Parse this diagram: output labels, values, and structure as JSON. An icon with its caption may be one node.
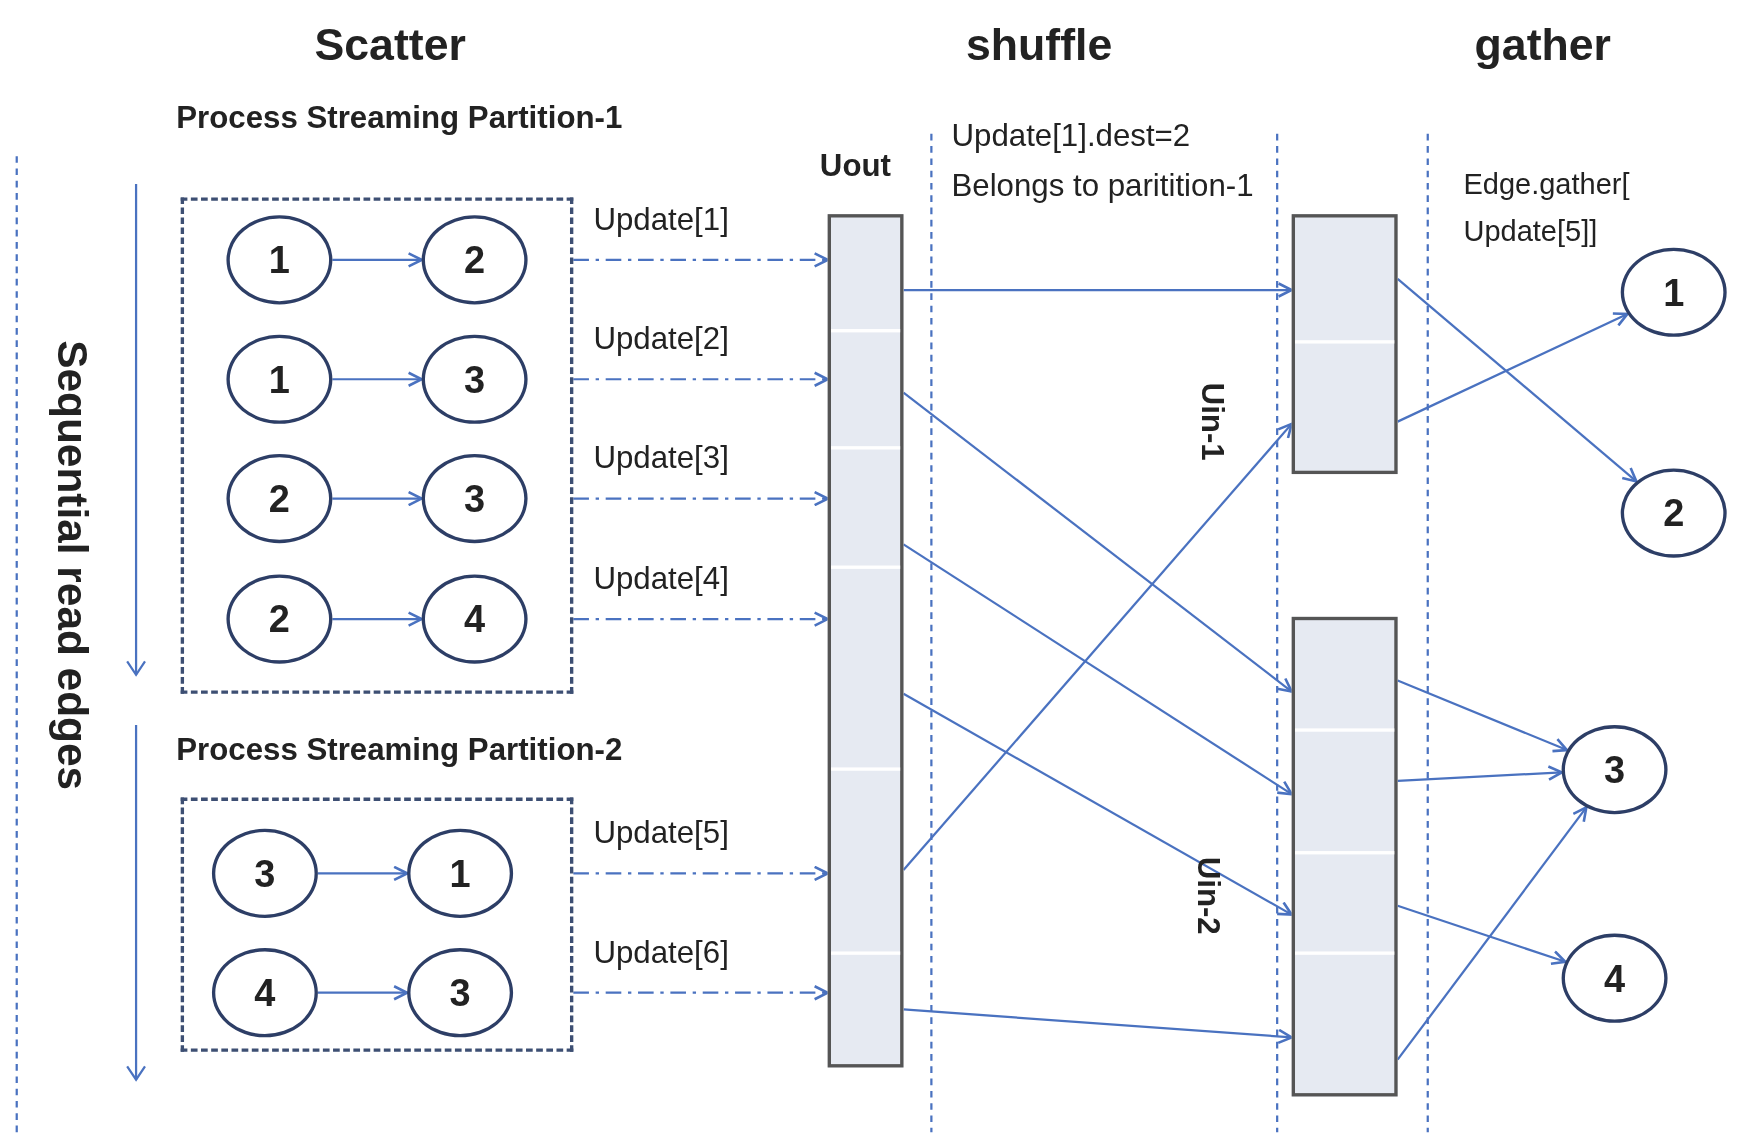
{
  "diagram": {
    "nodes": [
      {
        "text": [
          "Process Streaming Partition-1"
        ]
      },
      {
        "text": [
          "1"
        ],
        "in": 0
      },
      {
        "text": [
          "2"
        ],
        "in": 0
      },
      {
        "text": [
          "1"
        ],
        "in": 0
      },
      {
        "text": [
          "3"
        ],
        "in": 0
      },
      {
        "text": [
          "2"
        ],
        "in": 0
      },
      {
        "text": [
          "3"
        ],
        "in": 0
      },
      {
        "text": [
          "2"
        ],
        "in": 0
      },
      {
        "text": [
          "4"
        ],
        "in": 0
      },
      {
        "text": [
          "Process Streaming Partition-2"
        ]
      },
      {
        "text": [
          "3"
        ],
        "in": 9
      },
      {
        "text": [
          "1"
        ],
        "in": 9
      },
      {
        "text": [
          "4"
        ],
        "in": 9
      },
      {
        "text": [
          "3"
        ],
        "in": 9
      },
      {
        "text": [
          "Uout"
        ]
      },
      {
        "text": [
          "Uin-1"
        ]
      },
      {
        "text": [
          "Uin-2"
        ]
      },
      {
        "text": [
          "1"
        ]
      },
      {
        "text": [
          "2"
        ]
      },
      {
        "text": [
          "3"
        ]
      },
      {
        "text": [
          "4"
        ]
      }
    ],
    "edges": [
      {
        "from": 1,
        "to": 2,
        "arrow": "to"
      },
      {
        "from": 3,
        "to": 4,
        "arrow": "to"
      },
      {
        "from": 5,
        "to": 6,
        "arrow": "to"
      },
      {
        "from": 7,
        "to": 8,
        "arrow": "to"
      },
      {
        "from": 10,
        "to": 11,
        "arrow": "to"
      },
      {
        "from": 12,
        "to": 13,
        "arrow": "to"
      },
      {
        "from": 0,
        "to": 14,
        "arrow": "to",
        "label": "Update[1]",
        "style": "dashed"
      },
      {
        "from": 0,
        "to": 14,
        "arrow": "to",
        "label": "Update[2]",
        "style": "dashed"
      },
      {
        "from": 0,
        "to": 14,
        "arrow": "to",
        "label": "Update[3]",
        "style": "dashed"
      },
      {
        "from": 0,
        "to": 14,
        "arrow": "to",
        "label": "Update[4]",
        "style": "dashed"
      },
      {
        "from": 9,
        "to": 14,
        "arrow": "to",
        "label": "Update[5]",
        "style": "dashed"
      },
      {
        "from": 9,
        "to": 14,
        "arrow": "to",
        "label": "Update[6]",
        "style": "dashed"
      },
      {
        "from": 14,
        "to": 15,
        "arrow": "to"
      },
      {
        "from": 14,
        "to": 16,
        "arrow": "to"
      },
      {
        "from": 14,
        "to": 16,
        "arrow": "to"
      },
      {
        "from": 14,
        "to": 16,
        "arrow": "to"
      },
      {
        "from": 14,
        "to": 15,
        "arrow": "to"
      },
      {
        "from": 14,
        "to": 16,
        "arrow": "to"
      },
      {
        "from": 15,
        "to": 17,
        "arrow": "to"
      },
      {
        "from": 15,
        "to": 18,
        "arrow": "to"
      },
      {
        "from": 16,
        "to": 19,
        "arrow": "to"
      },
      {
        "from": 16,
        "to": 19,
        "arrow": "to"
      },
      {
        "from": 16,
        "to": 20,
        "arrow": "to"
      },
      {
        "from": 16,
        "to": 19,
        "arrow": "to"
      }
    ],
    "labels": [
      "Scatter",
      "shuffle",
      "gather",
      "Sequential read edges",
      "Update[1].dest=2 Belongs to paritition-1",
      "Edge.gather[ Update[5]]"
    ]
  }
}
